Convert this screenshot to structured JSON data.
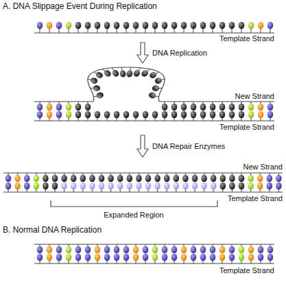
{
  "diagram": {
    "labels": [
      "A. DNA Slippage Event During Replication",
      "Template Strand",
      "DNA Replication",
      "New Strand",
      "Template Strand",
      "DNA Repair Enzymes",
      "New Strand",
      "Template Strand",
      "Expanded Region",
      "B. Normal DNA Replication",
      "Template Strand"
    ]
  }
}
